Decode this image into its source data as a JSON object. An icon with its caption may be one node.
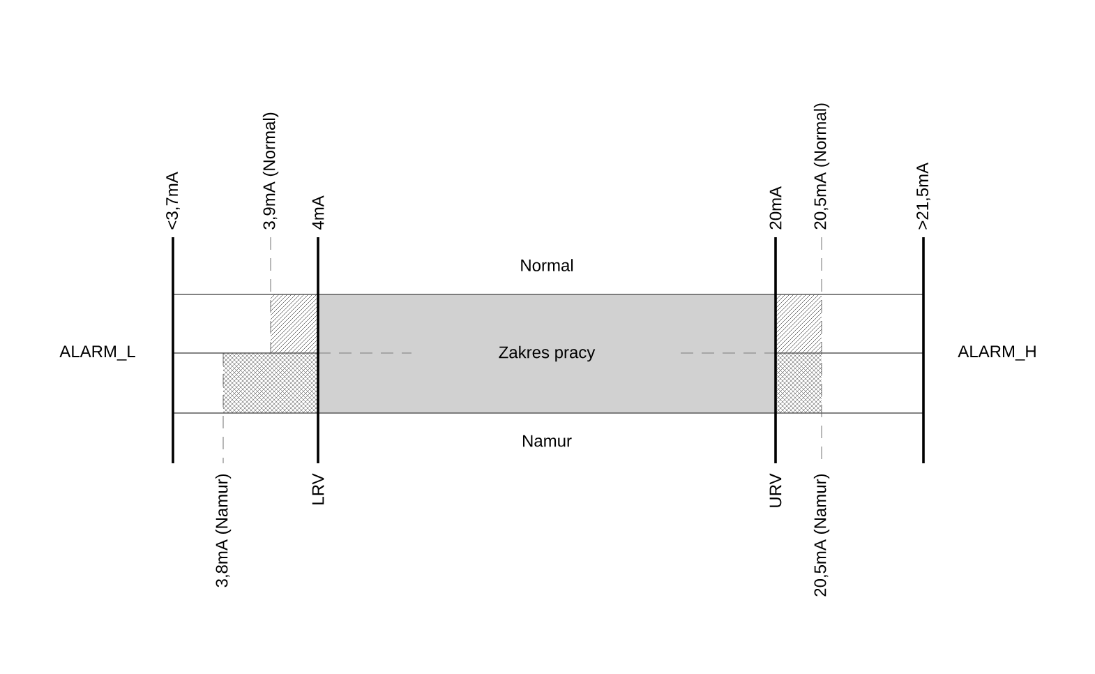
{
  "diagram": {
    "nodes": [
      {
        "text": [
          "Zakres pracy"
        ]
      }
    ],
    "labels": [
      "<3,7mA",
      "3,9mA (Normal)",
      "4mA",
      "20mA",
      "20,5mA (Normal)",
      ">21,5mA",
      "Normal",
      "ALARM_L",
      "ALARM_H",
      "Namur",
      "3,8mA (Namur)",
      "LRV",
      "URV",
      "20,5mA (Namur)"
    ]
  }
}
